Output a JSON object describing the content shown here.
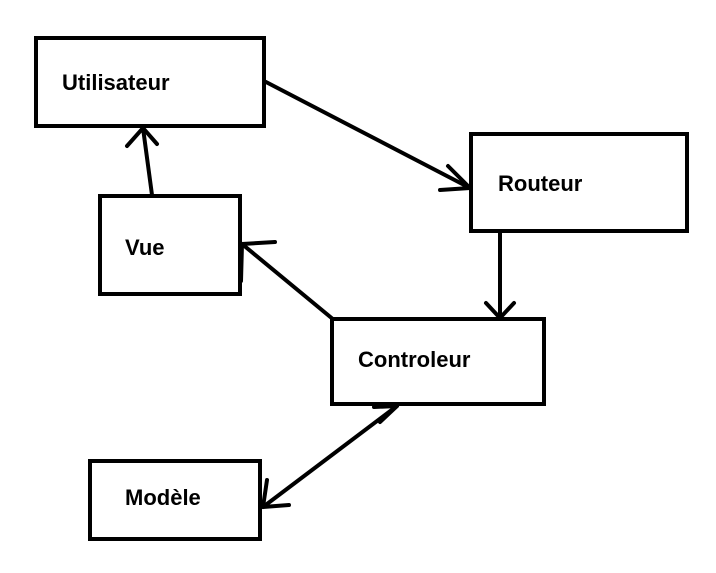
{
  "diagram": {
    "nodes": [
      {
        "id": "utilisateur",
        "label": "Utilisateur"
      },
      {
        "id": "routeur",
        "label": "Routeur"
      },
      {
        "id": "vue",
        "label": "Vue"
      },
      {
        "id": "controleur",
        "label": "Controleur"
      },
      {
        "id": "modele",
        "label": "Modèle"
      }
    ],
    "edges": [
      {
        "from": "utilisateur",
        "to": "routeur",
        "arrow": "end"
      },
      {
        "from": "routeur",
        "to": "controleur",
        "arrow": "end"
      },
      {
        "from": "controleur",
        "to": "vue",
        "arrow": "end"
      },
      {
        "from": "vue",
        "to": "utilisateur",
        "arrow": "end"
      },
      {
        "from": "controleur",
        "to": "modele",
        "arrow": "both"
      }
    ],
    "colors": {
      "stroke": "#000000",
      "fill": "#ffffff",
      "text": "#000000"
    }
  }
}
